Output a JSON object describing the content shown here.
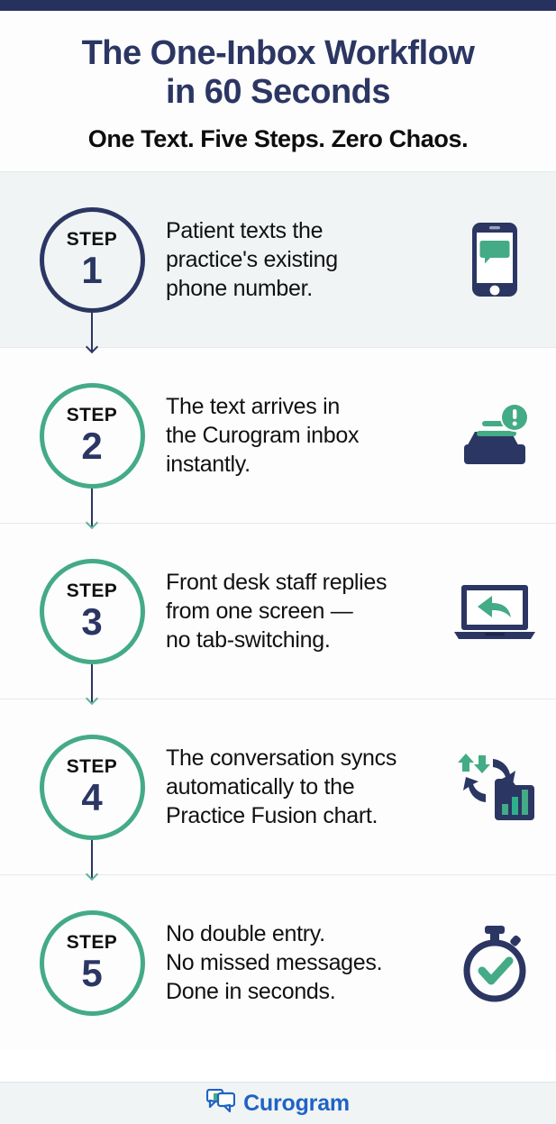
{
  "theme": {
    "navy": "#2b3663",
    "green": "#43ab85",
    "brand_blue": "#1f63c4",
    "row_tint": "#f0f4f4",
    "text": "#111111"
  },
  "header": {
    "title_line1": "The One-Inbox Workflow",
    "title_line2": "in 60 Seconds",
    "subtitle": "One Text. Five Steps. Zero Chaos."
  },
  "steps": [
    {
      "label": "STEP",
      "number": "1",
      "ring_color": "#2b3663",
      "line1": "Patient texts the",
      "line2": "practice's existing",
      "line3": "phone number.",
      "icon": "smartphone-message-icon"
    },
    {
      "label": "STEP",
      "number": "2",
      "ring_color": "#43ab85",
      "line1": "The text arrives in",
      "line2": "the Curogram inbox",
      "line3": "instantly.",
      "icon": "inbox-alert-icon"
    },
    {
      "label": "STEP",
      "number": "3",
      "ring_color": "#43ab85",
      "line1": "Front desk staff replies",
      "line2": "from one screen —",
      "line3": "no tab-switching.",
      "icon": "laptop-reply-icon"
    },
    {
      "label": "STEP",
      "number": "4",
      "ring_color": "#43ab85",
      "line1": "The conversation syncs",
      "line2": "automatically to the",
      "line3": "Practice Fusion chart.",
      "icon": "sync-chart-folder-icon"
    },
    {
      "label": "STEP",
      "number": "5",
      "ring_color": "#43ab85",
      "line1": "No double entry.",
      "line2": "No missed messages.",
      "line3": "Done in seconds.",
      "icon": "stopwatch-check-icon"
    }
  ],
  "footer": {
    "brand": "Curogram",
    "logo_icon": "chat-bubbles-icon"
  }
}
